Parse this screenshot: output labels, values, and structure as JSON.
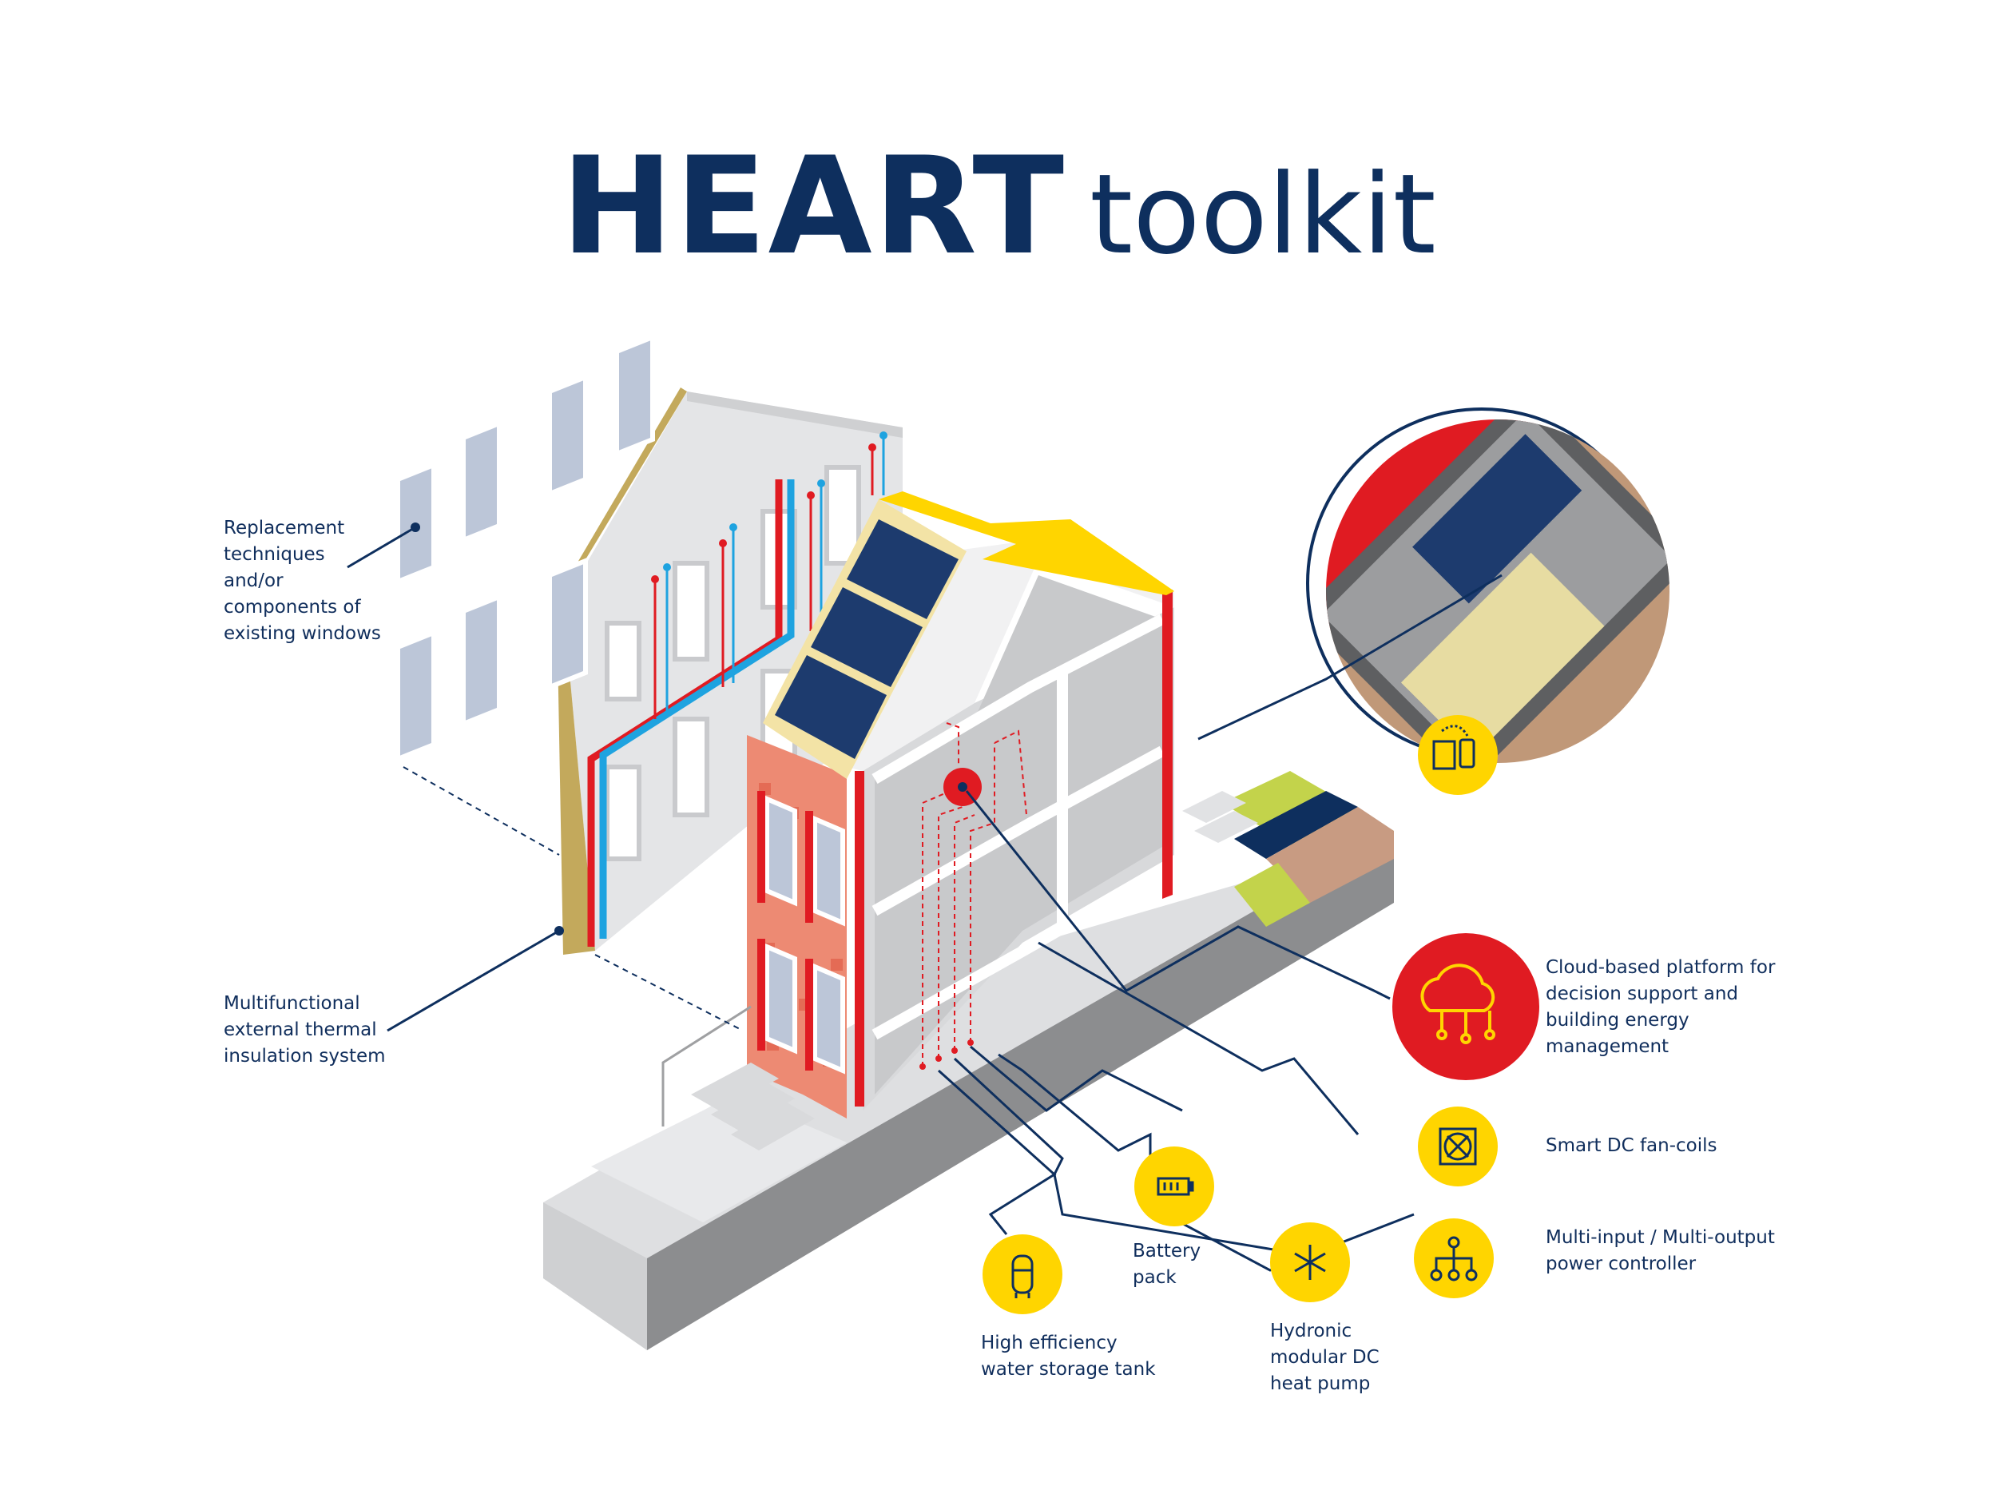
{
  "title": {
    "bold": "HEART",
    "light": "toolkit"
  },
  "labels": {
    "windows": "Replacement\ntechniques\nand/or\ncomponents of\nexisting windows",
    "insulation": "Multifunctional\nexternal thermal\ninsulation system",
    "cloud": "Cloud-based platform for\ndecision support and\nbuilding energy\nmanagement",
    "fancoils": "Smart DC fan-coils",
    "controller": "Multi-input / Multi-output\npower controller",
    "battery": "Battery\npack",
    "tank": "High efficiency\nwater storage tank",
    "heatpump": "Hydronic\nmodular DC\nheat pump"
  },
  "colors": {
    "navy": "#0e2f5e",
    "yellow": "#ffd500",
    "red": "#e01b22",
    "blue_pipe": "#1ea3e0",
    "grey_wall": "#e3e4e6",
    "grey_dark": "#8b8c8e",
    "window": "#bcc6d8",
    "panel": "#1d3b6e"
  },
  "icons": {
    "monitor": "building-and-phone-icon",
    "cloud": "cloud-network-icon",
    "fancoil": "fan-coil-icon",
    "controller": "hierarchy-network-icon",
    "battery": "battery-icon",
    "tank": "water-tank-icon",
    "heatpump": "snowflake-icon"
  }
}
